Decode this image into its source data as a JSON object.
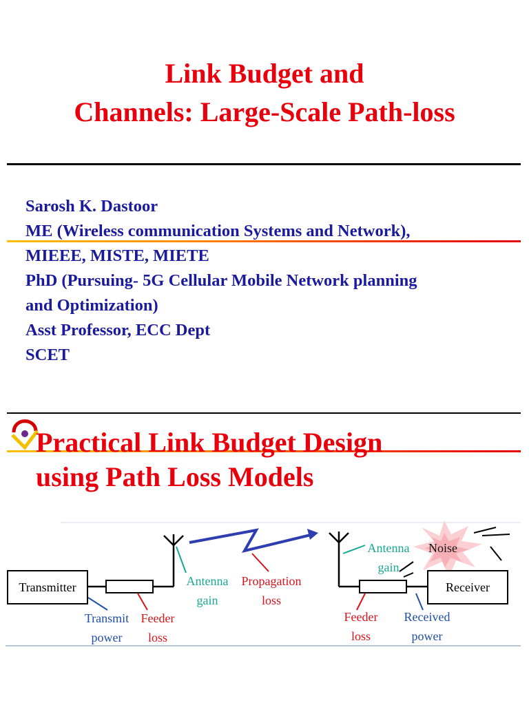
{
  "slide1": {
    "title_line1": "Link Budget and",
    "title_line2": "Channels: Large-Scale Path-loss",
    "author_lines": [
      "Sarosh K. Dastoor",
      "ME (Wireless communication Systems and Network),",
      "MIEEE, MISTE, MIETE",
      "PhD (Pursuing- 5G Cellular Mobile Network planning",
      "and Optimization)",
      "Asst Professor, ECC Dept",
      "SCET"
    ]
  },
  "slide2": {
    "title_line1": "Practical Link Budget Design",
    "title_line2": "using Path Loss Models"
  },
  "diagram": {
    "transmitter": "Transmitter",
    "receiver": "Receiver",
    "transmit_power_1": "Transmit",
    "transmit_power_2": "power",
    "feeder_loss_tx_1": "Feeder",
    "feeder_loss_tx_2": "loss",
    "antenna_gain_tx_1": "Antenna",
    "antenna_gain_tx_2": "gain",
    "propagation_loss_1": "Propagation",
    "propagation_loss_2": "loss",
    "antenna_gain_rx_1": "Antenna",
    "antenna_gain_rx_2": "gain",
    "noise": "Noise",
    "feeder_loss_rx_1": "Feeder",
    "feeder_loss_rx_2": "loss",
    "received_power_1": "Received",
    "received_power_2": "power"
  },
  "colors": {
    "title_red": "#e8000d",
    "author_blue": "#1a1a9c",
    "label_blue": "#1f4fa8",
    "label_red": "#d8121b",
    "label_green": "#16a892"
  }
}
